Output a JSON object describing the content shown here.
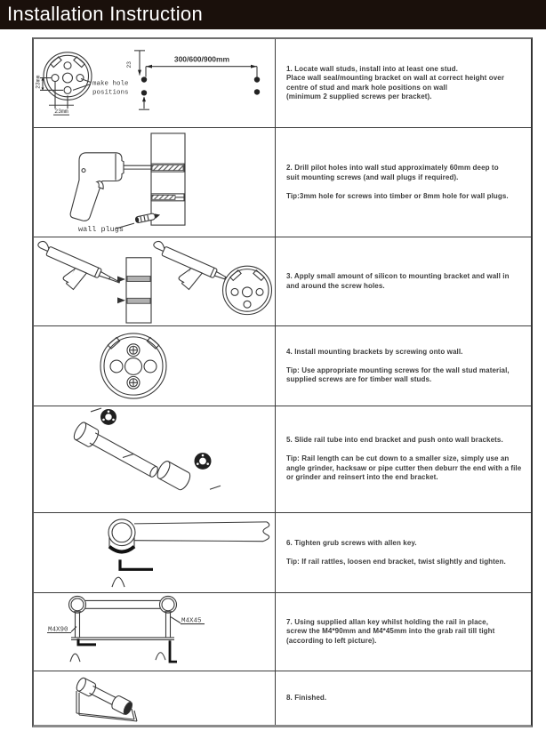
{
  "header": {
    "title": "Installation Instruction"
  },
  "steps": [
    {
      "id": 1,
      "text": "1. Locate wall studs, install into at least one stud.\nPlace wall seal/mounting bracket on wall at correct height over\ncentre of stud and mark hole positions on wall\n(minimum 2 supplied screws per bracket)."
    },
    {
      "id": 2,
      "text": "2. Drill pilot holes into wall stud approximately 60mm deep to\nsuit mounting screws (and wall plugs if required).\n\nTip:3mm hole for screws into timber or 8mm hole for wall plugs."
    },
    {
      "id": 3,
      "text": "3. Apply small amount of silicon to mounting bracket and wall in\nand around the screw holes."
    },
    {
      "id": 4,
      "text": "4. Install mounting brackets by screwing onto wall.\n\nTip: Use appropriate mounting screws for the wall stud material,\nsupplied screws are for timber wall studs."
    },
    {
      "id": 5,
      "text": "5. Slide rail tube into end bracket and push onto wall brackets.\n\nTip: Rail length can be cut down to a smaller size, simply use an\nangle grinder, hacksaw or pipe cutter then deburr the end with a file\nor grinder and reinsert into the end bracket."
    },
    {
      "id": 6,
      "text": "6. Tighten grub screws with allen key.\n\nTip: If rail rattles, loosen end bracket, twist slightly and tighten."
    },
    {
      "id": 7,
      "text": "7. Using supplied allan key whilst holding the rail in place,\nscrew the M4*90mm and M4*45mm into the grab rail till tight\n(according to left picture)."
    },
    {
      "id": 8,
      "text": "8. Finished."
    }
  ],
  "diagram_labels": {
    "dim_left_vertical": "23mm",
    "dim_bottom": "23mm",
    "make_hole_line1": "make hole",
    "make_hole_line2": "positions",
    "dim_offset": "23",
    "dim_span": "300/600/900mm",
    "wall_plugs": "wall plugs",
    "screw_left": "M4X90",
    "screw_right": "M4X45"
  },
  "colors": {
    "header_bg": "#1a100b",
    "header_text": "#ffffff",
    "line_art": "#3a3a3a",
    "body_text": "#3b3b3b",
    "table_border": "#3c3c3c"
  }
}
